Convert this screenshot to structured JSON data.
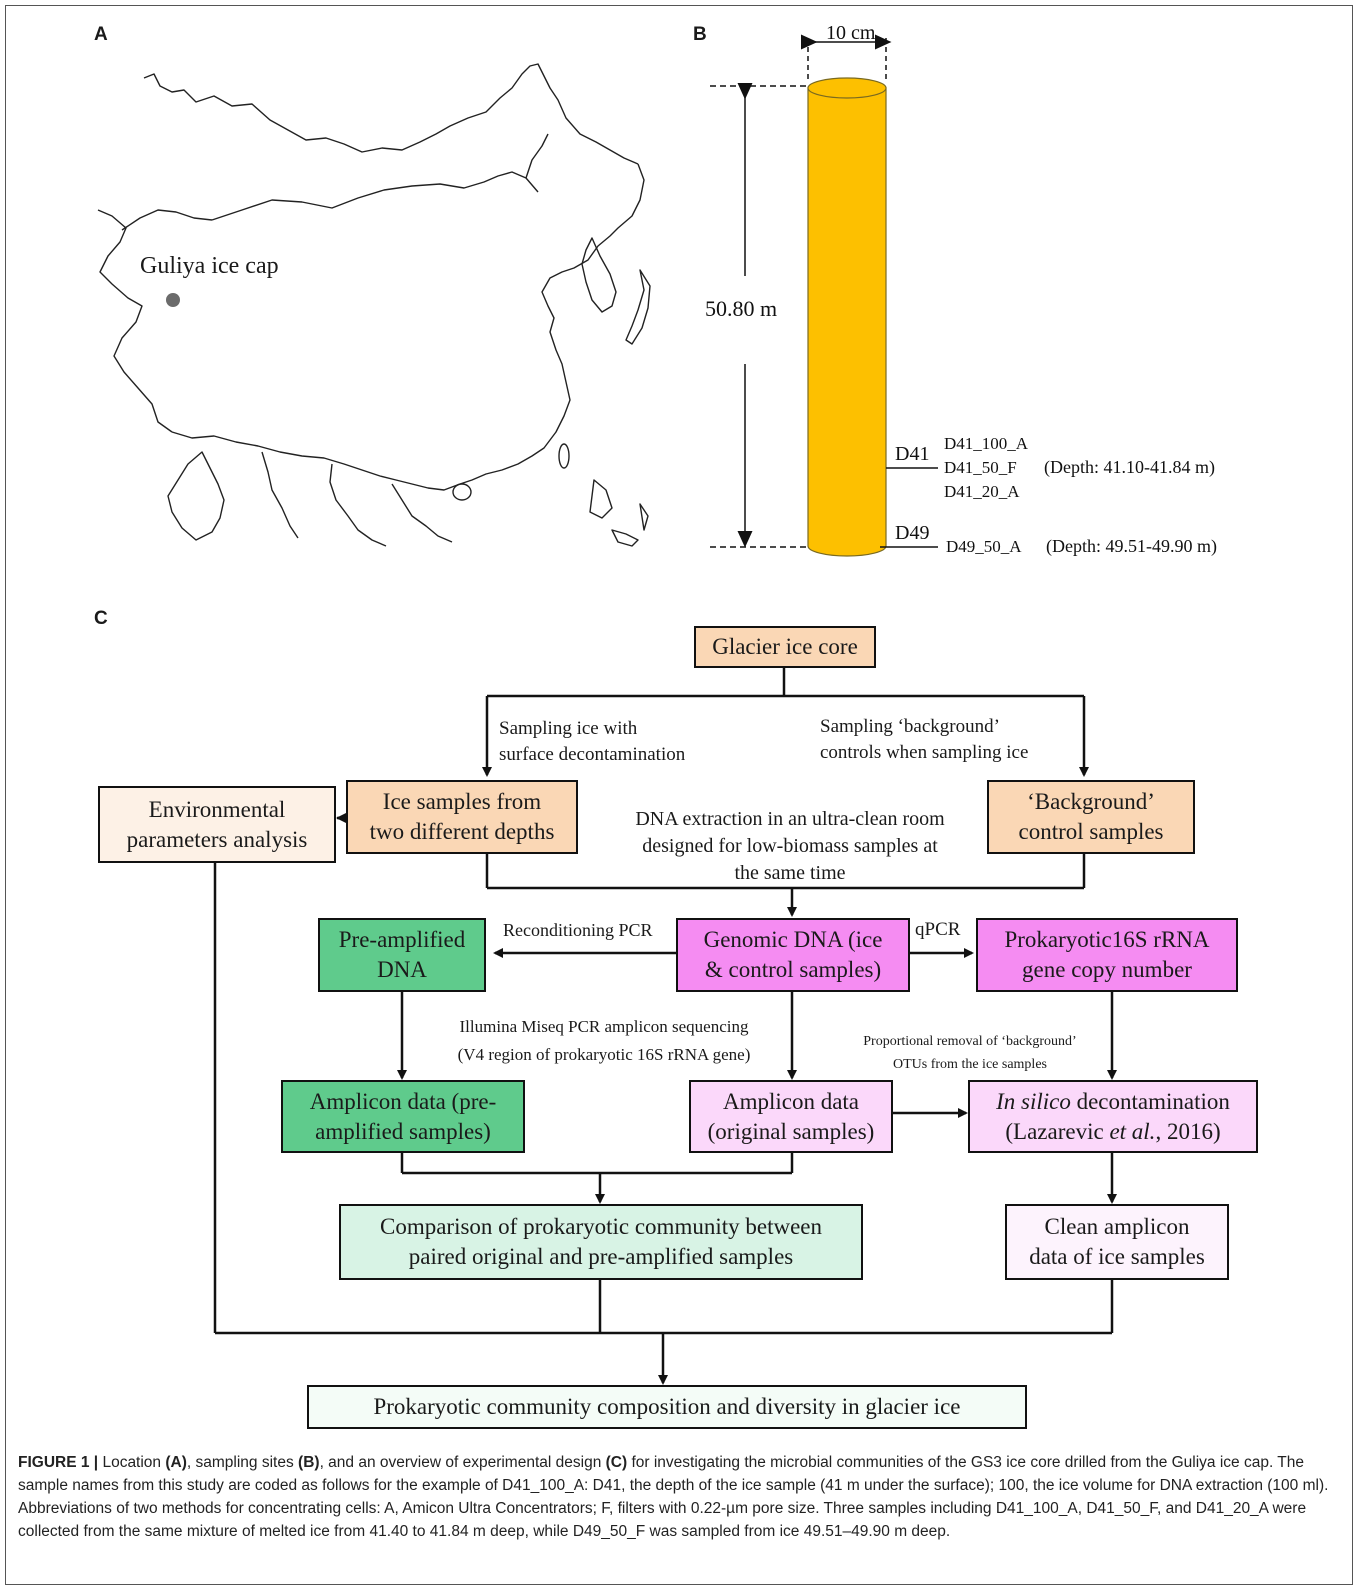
{
  "panels": {
    "a": "A",
    "b": "B",
    "c": "C"
  },
  "map": {
    "site_label": "Guliya ice cap"
  },
  "core": {
    "width_label": "10 cm",
    "length_label": "50.80 m",
    "d41": {
      "tag": "D41",
      "samples": [
        "D41_100_A",
        "D41_50_F",
        "D41_20_A"
      ],
      "depth": "(Depth: 41.10-41.84 m)"
    },
    "d49": {
      "tag": "D49",
      "sample": "D49_50_A",
      "depth": "(Depth: 49.51-49.90 m)"
    },
    "core_color": "#FDC000"
  },
  "flow": {
    "glacier": "Glacier ice core",
    "sampling_ice": "Sampling ice with\nsurface decontamination",
    "sampling_bg": "Sampling ‘background’\ncontrols when sampling ice",
    "env": "Environmental\nparameters analysis",
    "ice_samples": "Ice samples from\ntwo different depths",
    "dna_extraction": "DNA extraction in an ultra-clean room\ndesigned for low-biomass samples at\nthe same time",
    "bg_samples": "‘Background’\ncontrol samples",
    "preamp": "Pre-amplified\nDNA",
    "recond": "Reconditioning PCR",
    "genomic": "Genomic DNA (ice\n& control samples)",
    "qpcr": "qPCR",
    "prok16s": "Prokaryotic16S rRNA\ngene copy number",
    "illumina": "Illumina  Miseq PCR amplicon sequencing\n(V4 region of prokaryotic 16S rRNA gene)",
    "proportional": "Proportional removal of ‘background’\nOTUs from the ice samples",
    "amp_pre": "Amplicon data (pre-\namplified samples)",
    "amp_orig": "Amplicon data\n(original samples)",
    "insilico_a": "In silico",
    "insilico_b": " decontamination",
    "lazarevic_a": "(Lazarevic ",
    "lazarevic_b": "et al.",
    "lazarevic_c": ", 2016)",
    "comparison": "Comparison of prokaryotic community between\npaired original and pre-amplified samples",
    "clean": "Clean amplicon\ndata of ice samples",
    "final": "Prokaryotic community composition and diversity in glacier ice",
    "colors": {
      "peach": "#FAD7B5",
      "light_peach": "#FDF1E6",
      "green": "#5FCB8C",
      "light_green": "#D8F3E5",
      "magenta": "#F58CF2",
      "light_pink": "#FBD8FA",
      "pale_pink": "#FDF3FD",
      "pale_green": "#F4FCF7"
    }
  },
  "caption": {
    "fig": "FIGURE 1 |",
    "p1": " Location ",
    "a": "(A)",
    "p2": ", sampling sites ",
    "b": "(B)",
    "p3": ", and an overview of experimental design ",
    "c": "(C)",
    "p4": " for investigating the microbial communities of the GS3 ice core drilled from the Guliya ice cap. The sample names from this study are coded as follows for the example of D41_100_A: D41, the depth of the ice sample (41 m under the surface); 100, the ice volume for DNA extraction (100 ml). Abbreviations of two methods for concentrating cells: A, Amicon Ultra Concentrators; F, filters with 0.22-µm pore size. Three samples including D41_100_A, D41_50_F, and D41_20_A were collected from the same mixture of melted ice from 41.40 to 41.84 m deep, while D49_50_F was sampled from ice 49.51–49.90 m deep."
  }
}
